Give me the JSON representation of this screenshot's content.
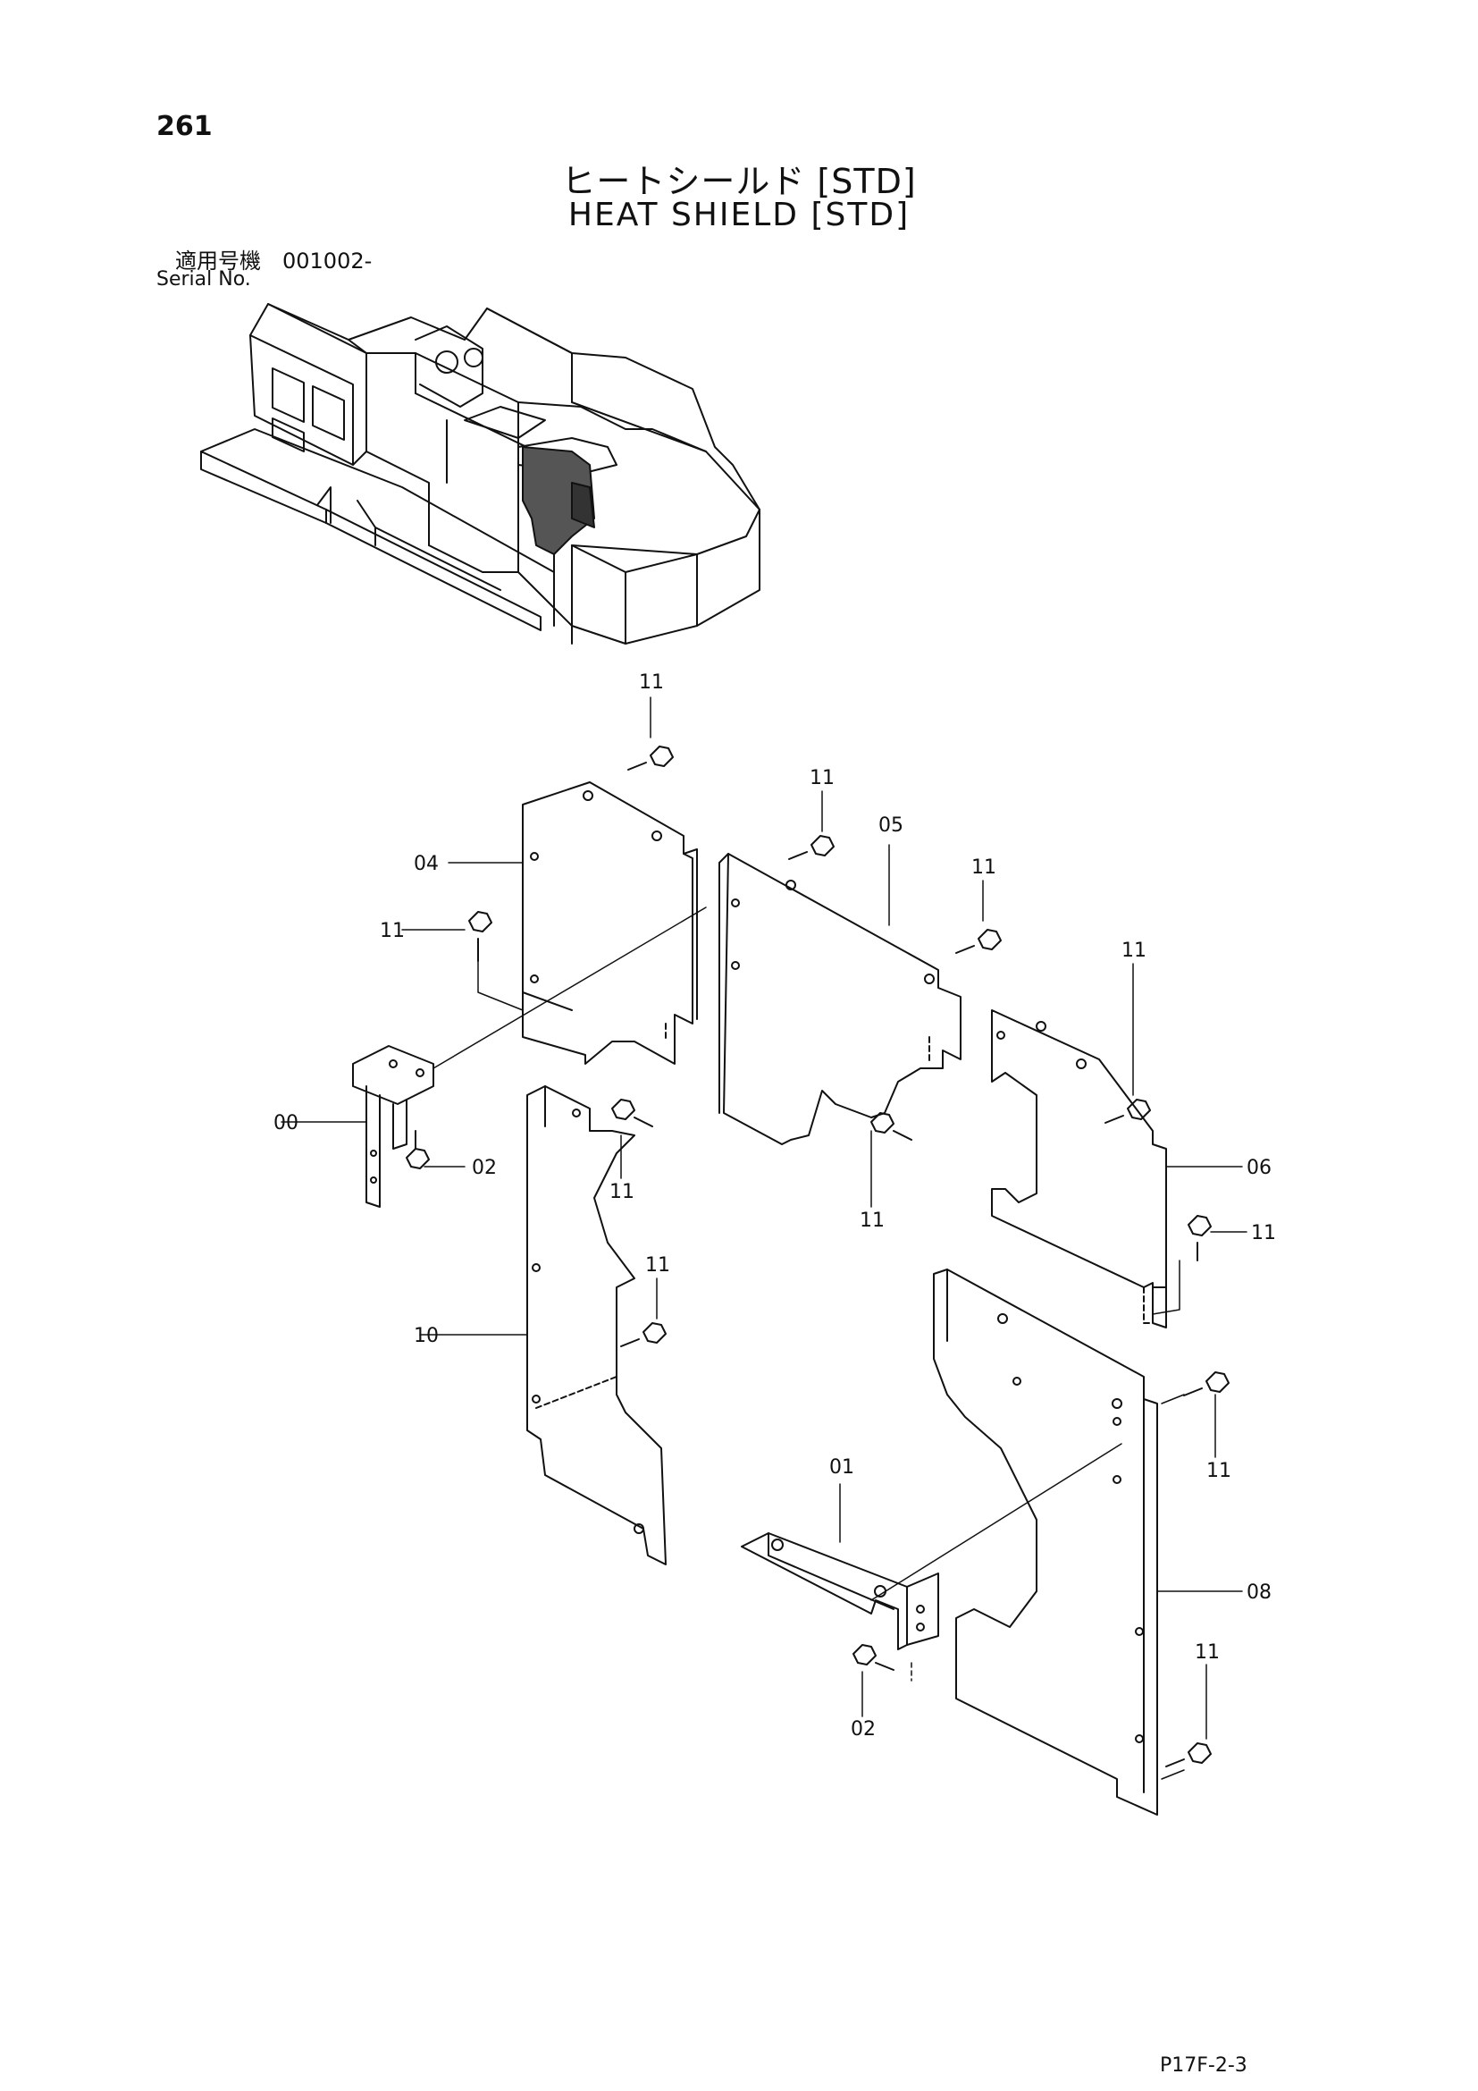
{
  "header": {
    "page_number": "261",
    "title_ja": "ヒートシールド [STD]",
    "title_en": "HEAT SHIELD [STD]",
    "serial_ja": "適用号機　001002-",
    "serial_en": "Serial No."
  },
  "footer": {
    "code": "P17F-2-3"
  },
  "callouts": {
    "p00": "00",
    "p01": "01",
    "p02": "02",
    "p04": "04",
    "p05": "05",
    "p06": "06",
    "p08": "08",
    "p10": "10",
    "p11": "11"
  }
}
